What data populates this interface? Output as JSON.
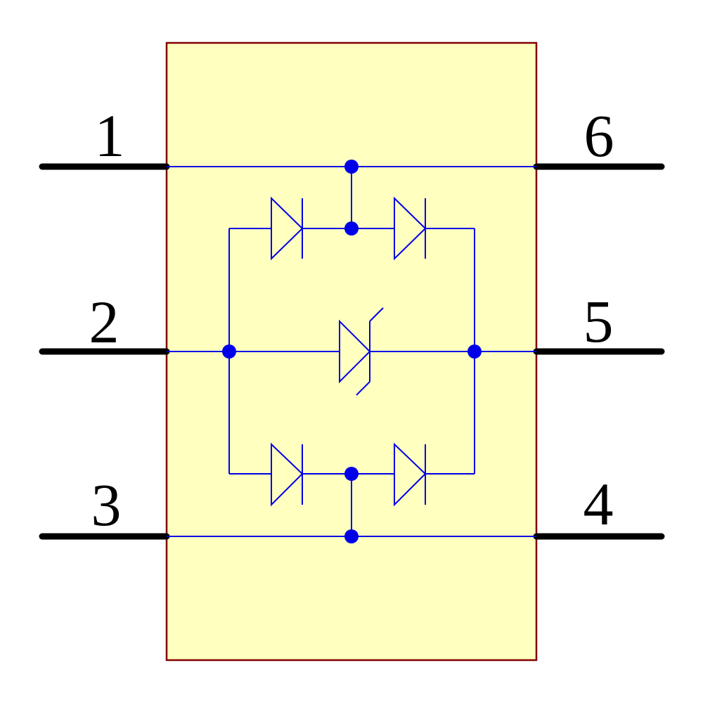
{
  "pins": {
    "left": [
      {
        "number": "1"
      },
      {
        "number": "2"
      },
      {
        "number": "3"
      }
    ],
    "right": [
      {
        "number": "6"
      },
      {
        "number": "5"
      },
      {
        "number": "4"
      }
    ]
  },
  "components": [
    "diode-icon",
    "diode-icon",
    "diode-icon",
    "diode-icon",
    "zener-tvs-diode-icon"
  ],
  "colors": {
    "body_fill": "#FFFFC0",
    "body_stroke": "#800000",
    "wire_color": "#0000E8",
    "lead_color": "#000000",
    "label_color": "#000000"
  }
}
